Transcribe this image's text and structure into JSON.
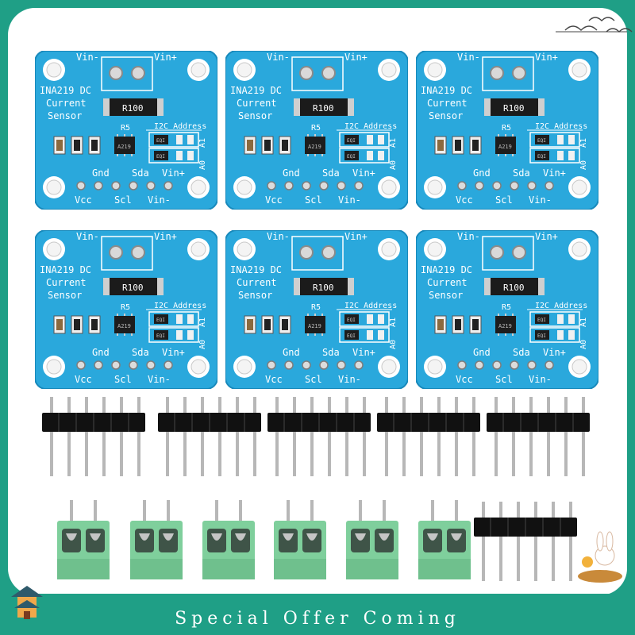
{
  "colors": {
    "frame": "#1f9f86",
    "pcb": "#2aa8dc",
    "pcb_dark": "#1889bb",
    "silk": "#ffffff",
    "header_plastic": "#111111",
    "terminal": "#7fcf9c"
  },
  "board": {
    "title_line1": "INA219 DC",
    "title_line2": "Current",
    "title_line3": "Sensor",
    "vin_minus_top": "Vin-",
    "vin_plus_top": "Vin+",
    "shunt": "R100",
    "r5": "R5",
    "i2c": "I2C Address",
    "a0": "A0",
    "a1": "A1",
    "gnd": "Gnd",
    "sda": "Sda",
    "vin_plus_bottom": "Vin+",
    "vcc": "Vcc",
    "scl": "Scl",
    "vin_minus_bottom": "Vin-",
    "chip": "A219",
    "jumper": "EQI"
  },
  "icons": {
    "corner_top": "bird-sketch-icon",
    "corner_bottom_left": "pagoda-icon",
    "corner_bottom_right": "rabbit-boat-icon"
  },
  "footer": {
    "text": "Special Offer Coming"
  }
}
